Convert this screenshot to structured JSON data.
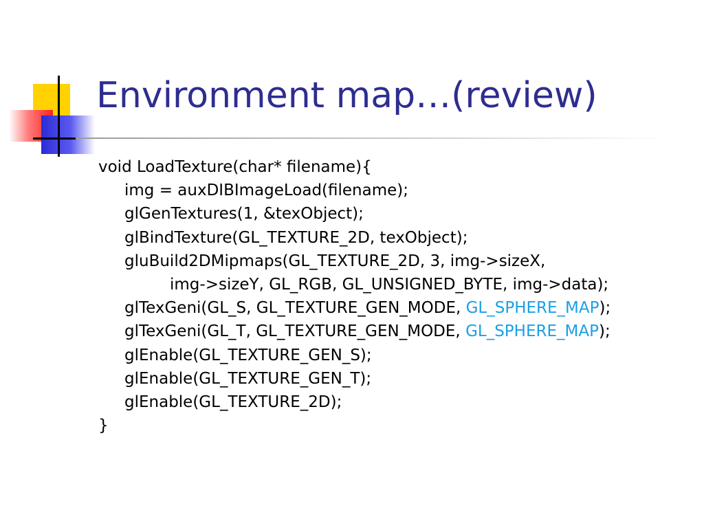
{
  "slide": {
    "title": "Environment map…(review)"
  },
  "code": {
    "line1": "void LoadTexture(char* filename){",
    "line2": "img = auxDIBImageLoad(filename);",
    "line3": "glGenTextures(1, &texObject);",
    "line4": "glBindTexture(GL_TEXTURE_2D, texObject);",
    "line5": "gluBuild2DMipmaps(GL_TEXTURE_2D, 3, img->sizeX,",
    "line6": "img->sizeY, GL_RGB, GL_UNSIGNED_BYTE, img->data);",
    "line7_pre": "glTexGeni(GL_S, GL_TEXTURE_GEN_MODE, ",
    "line7_hl": "GL_SPHERE_MAP",
    "line7_post": ");",
    "line8_pre": "glTexGeni(GL_T, GL_TEXTURE_GEN_MODE, ",
    "line8_hl": "GL_SPHERE_MAP",
    "line8_post": ");",
    "line9": "glEnable(GL_TEXTURE_GEN_S);",
    "line10": "glEnable(GL_TEXTURE_GEN_T);",
    "line11": "glEnable(GL_TEXTURE_2D);",
    "line12": "}"
  },
  "colors": {
    "title": "#2d2d90",
    "highlight": "#1a9fe6",
    "deco_yellow": "#ffd200",
    "deco_red": "#ff1f1f",
    "deco_blue": "#2b2bd6"
  }
}
